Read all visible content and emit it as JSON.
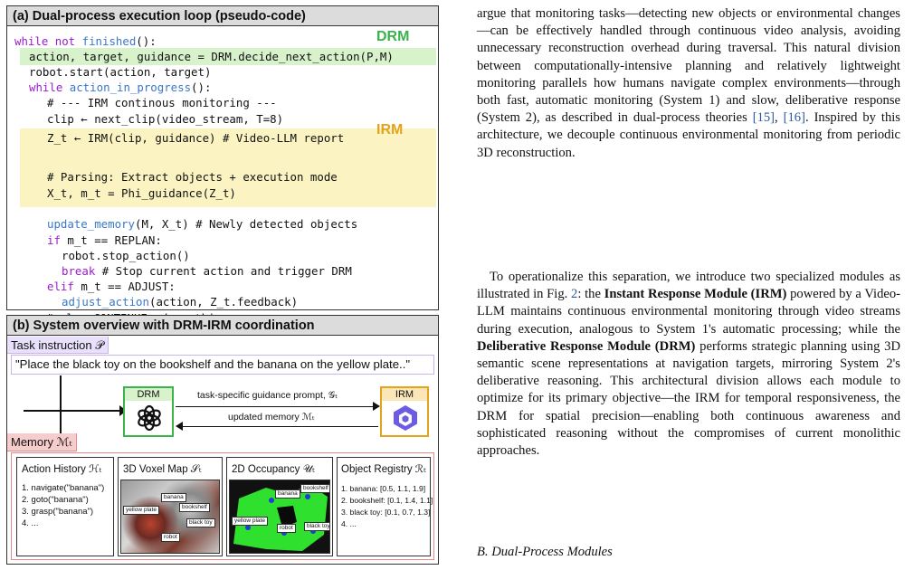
{
  "panel_a": {
    "title": "(a) Dual-process execution loop (pseudo-code)",
    "tag_drm": "DRM",
    "tag_irm": "IRM",
    "code": {
      "l1_kw": "while not ",
      "l1_fn": "finished",
      "l1_rest": "():",
      "l2": "action, target, guidance = DRM.decide_next_action(P,M)",
      "l3": "robot.start(action, target)",
      "l4_kw": "while ",
      "l4_fn": "action_in_progress",
      "l4_rest": "():",
      "l5": "# --- IRM continous monitoring ---",
      "l6": "clip ← next_clip(video_stream, T=8)",
      "l7": "Z_t ← IRM(clip, guidance) # Video-LLM report",
      "l8": "# Parsing: Extract objects + execution mode",
      "l9": "X_t, m_t = Phi_guidance(Z_t)",
      "l10_fn": "update_memory",
      "l10_rest": "(M, X_t) # Newly detected objects",
      "l11_kw": "if ",
      "l11_rest": "m_t == REPLAN:",
      "l12": "robot.stop_action()",
      "l13_kw": "break ",
      "l13_rest": "# Stop current action and trigger DRM",
      "l14_kw": "elif ",
      "l14_rest": "m_t == ADJUST:",
      "l15_fn": "adjust_action",
      "l15_rest": "(action, Z_t.feedback)",
      "l16": "# else CONTINUE: do nothing"
    }
  },
  "panel_b": {
    "title": "(b) System overview with DRM-IRM coordination",
    "task_label": "Task instruction 𝒫",
    "task_text": "\"Place the black toy on the bookshelf and the banana on the yellow plate..\"",
    "drm_label": "DRM",
    "irm_label": "IRM",
    "arrow_top": "task-specific guidance prompt, 𝒢ₜ",
    "arrow_bottom": "updated memory ℳₜ",
    "memory_label": "Memory ℳₜ",
    "history": {
      "title": "Action History ℋₜ",
      "items": [
        "1. navigate(\"banana\")",
        "2. goto(\"banana\")",
        "3. grasp(\"banana\")",
        "4. ..."
      ]
    },
    "voxel": {
      "title": "3D Voxel Map 𝒮ₜ",
      "labels": [
        "banana",
        "bookshelf",
        "yellow plate",
        "black toy",
        "robot"
      ]
    },
    "occupancy": {
      "title": "2D Occupancy 𝒰ₜ",
      "labels": [
        "banana",
        "bookshelf",
        "yellow plate",
        "robot",
        "black toy"
      ]
    },
    "registry": {
      "title": "Object Registry ℛₜ",
      "items": [
        "1. banana: [0.5, 1.1, 1.9]",
        "2. bookshelf: [0.1, 1.4, 1.1]",
        "3. black toy: [0.1, 0.7, 1.3]",
        "4. ..."
      ]
    }
  },
  "text": {
    "p1_a": "argue that monitoring tasks—detecting new objects or environmental changes—can be effectively handled through continuous video analysis, avoiding unnecessary reconstruction overhead during traversal. This natural division between computationally-intensive planning and relatively lightweight monitoring parallels how humans navigate complex environments—through both fast, automatic monitoring (System 1) and slow, deliberative response (System 2), as described in dual-process theories ",
    "p1_ref1": "[15]",
    "p1_b": ", ",
    "p1_ref2": "[16]",
    "p1_c": ". Inspired by this architecture, we decouple continuous environmental monitoring from periodic 3D reconstruction.",
    "p2_a": "To operationalize this separation, we introduce two specialized modules as illustrated in Fig. ",
    "p2_fig": "2",
    "p2_b": ": the ",
    "p2_irm": "Instant Response Module (IRM)",
    "p2_c": " powered by a Video-LLM maintains continuous environmental monitoring through video streams during execution, analogous to System 1's automatic processing; while the ",
    "p2_drm": "Deliberative Response Module (DRM)",
    "p2_d": " performs strategic planning using 3D semantic scene representations at navigation targets, mirroring System 2's deliberative reasoning. This architectural division allows each module to optimize for its primary objective—the IRM for temporal responsiveness, the DRM for spatial precision—enabling both continuous awareness and sophisticated reasoning without the compromises of current monolithic approaches.",
    "section": "B. Dual-Process Modules"
  },
  "colors": {
    "drm_green": "#39b34a",
    "irm_orange": "#e6a21a",
    "memory_red": "#e88a8a",
    "task_purple": "#c9b3f0"
  }
}
